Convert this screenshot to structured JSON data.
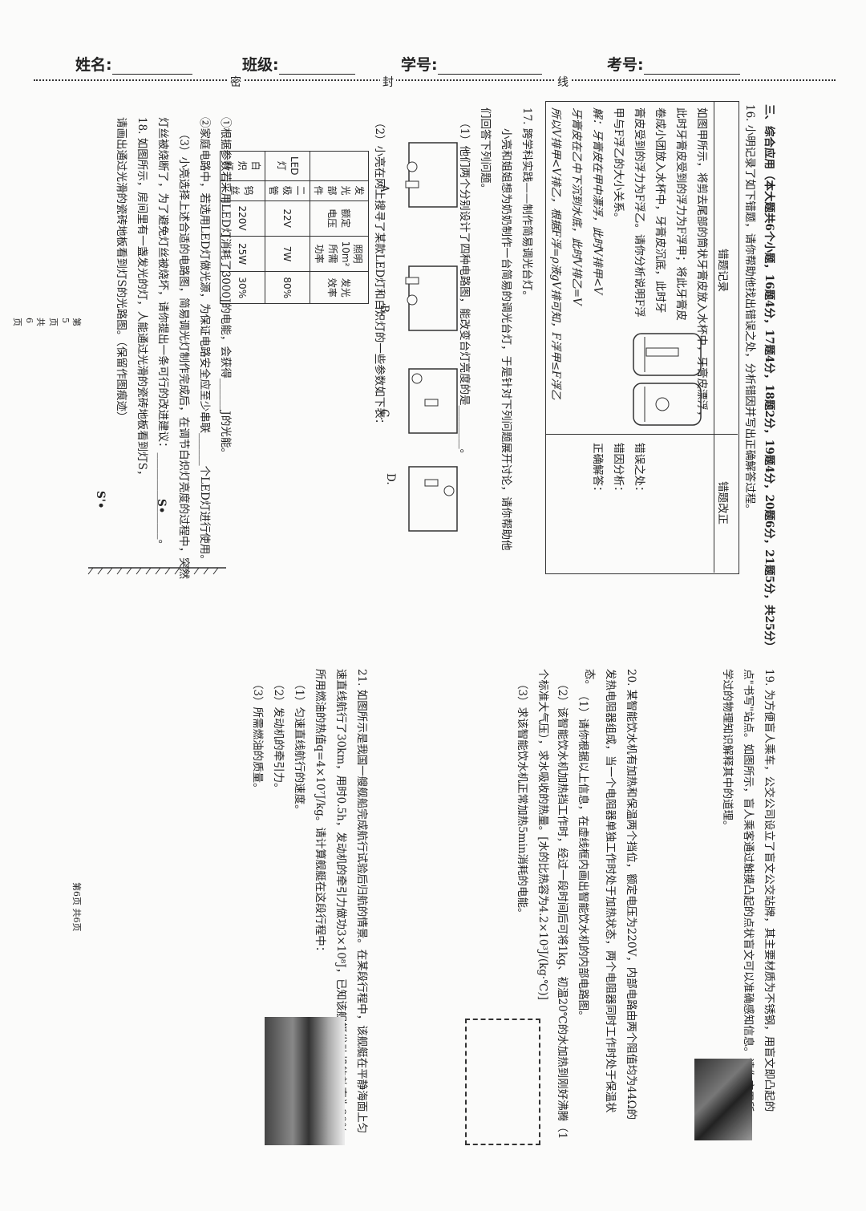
{
  "header": {
    "name_label": "姓名:",
    "class_label": "班级:",
    "id_label": "学号:",
    "exam_label": "考号:",
    "seal_1": "密",
    "seal_2": "封",
    "seal_3": "线"
  },
  "left_page": {
    "section_title": "三、综合应用（本大题共6个小题，16题4分，17题4分，18题2分，19题4分，20题6分，21题5分，共25分）",
    "q16_intro": "16. 小明记录了如下错题，请你帮助他找出错误之处，分析错因并写出正确解答过程。",
    "q16_table_left_header": "错题记录",
    "q16_table_right_header": "错题改正",
    "q16_problem_1": "如图甲所示，将剪去尾部的筒状牙膏皮放入水杯中，牙膏皮漂浮，",
    "q16_problem_2": "此时牙膏皮受到的浮力为F浮甲；将此牙膏皮",
    "q16_problem_3": "卷成小团放入水杯中，牙膏皮沉底，此时牙",
    "q16_problem_4": "膏皮受到的浮力为F浮乙。请你分析说明F浮",
    "q16_problem_5": "甲与F浮乙的大小关系。",
    "q16_solution_1": "解：牙膏皮在甲中漂浮，此时V排甲<V",
    "q16_solution_2": "牙膏皮在乙中下沉到水底，此时V排乙=V",
    "q16_solution_3": "所以V排甲<V排乙，根据F浮=ρ液gV排可知，F浮甲≤F浮乙",
    "q16_err_1": "错误之处：",
    "q16_err_2": "错因分析：",
    "q16_err_3": "正确解答：",
    "q17_1": "17. 跨学科实践——制作简易调光台灯。",
    "q17_2": "小亮和姐姐想为奶奶制作一台简易的调光台灯，于是针对下列问题展开讨论，请你帮助他",
    "q17_3": "们回答下列问题。",
    "q17_4": "（1）他们两个分别设计了四种电路图，能改变台灯亮度的是________。",
    "q17_5": "（2）小亮在网上搜寻了某款LED灯和白炽灯的一些参数如下表：",
    "table": {
      "rows": [
        [
          "",
          "LED灯",
          "白炽灯"
        ],
        [
          "发光部件",
          "二极管",
          "钨丝"
        ],
        [
          "额定电压",
          "22V",
          "220V"
        ],
        [
          "照明10m²所需功率",
          "7W",
          "25W"
        ],
        [
          "发光效率",
          "80%",
          "30%"
        ]
      ]
    },
    "q17_6": "①根据参数若采用LED灯消耗了3000J的电能，会获得______J的光能。",
    "q17_7": "②家庭电路中，若选用LED灯做光源，为保证电路安全应至少串联______个LED灯进行使用。",
    "q17_8": "（3）小亮选择上述合适的电路图，简易调光灯制作完成后，在调节白炽灯亮度的过程中，突然",
    "q17_9": "灯丝被烧断了，为了避免灯丝被烧坏，请你提出一条可行的改进建议：________________。",
    "q18_1": "18. 如图所示，房间里有一盏发光的灯，人能通过光滑的瓷砖地板看到灯S，",
    "q18_2": "请画出通过光滑的瓷砖地板看到灯S的光路图。（保留作图痕迹）",
    "footer": "第5页 共6页",
    "circuit_labels": [
      "A.",
      "B.",
      "C.",
      "D."
    ],
    "s_label": "S•",
    "s_prime": "S'•"
  },
  "right_page": {
    "q19_1": "19. 为方便盲人乘车，公交公司设立了盲文公交站牌，其主要材质为不锈钢，用盲文即凸起的",
    "q19_2": "点\"书写\"站点。如图所示，盲人乘客通过触摸凸起的点状盲文可以准确感知信息。请你应用所",
    "q19_3": "学过的物理知识解释其中的道理。",
    "q20_1": "20. 某智能饮水机有加热和保温两个挡位，额定电压为220V，内部电路由两个阻值均为44Ω的",
    "q20_2": "发热电阻器组成，当一个电阻器单独工作时处于加热状态，两个电阻器同时工作时处于保温状",
    "q20_3": "态。",
    "q20_4": "（1）请你根据以上信息，在虚线框内画出智能饮水机的内部电路图。",
    "q20_5": "（2）该智能饮水机加热挡工作时，经过一段时间后可将1kg、初温20℃的水加热到刚好沸腾（1",
    "q20_6": "个标准大气压），求水吸收的热量。[水的比热容为4.2×10³J/(kg·℃)]",
    "q20_7": "（3）求该智能饮水机正常加热5min消耗的电能。",
    "q21_1": "21. 如图所示是我国一艘舰船完成航行试验后归航的情景。在某段行程中，该舰艇在平静海面上匀",
    "q21_2": "速直线航行了30km，用时0.5h，发动机的牵引力做功3×10⁸J，已知该舰艇发动机的效率为30%，",
    "q21_3": "所用燃油的热值q=4×10⁷J/kg。请计算舰艇在这段行程中：",
    "q21_4": "（1）匀速直线航行的速度。",
    "q21_5": "（2）发动机的牵引力。",
    "q21_6": "（3）所需燃油的质量。",
    "footer": "第6页 共6页"
  }
}
